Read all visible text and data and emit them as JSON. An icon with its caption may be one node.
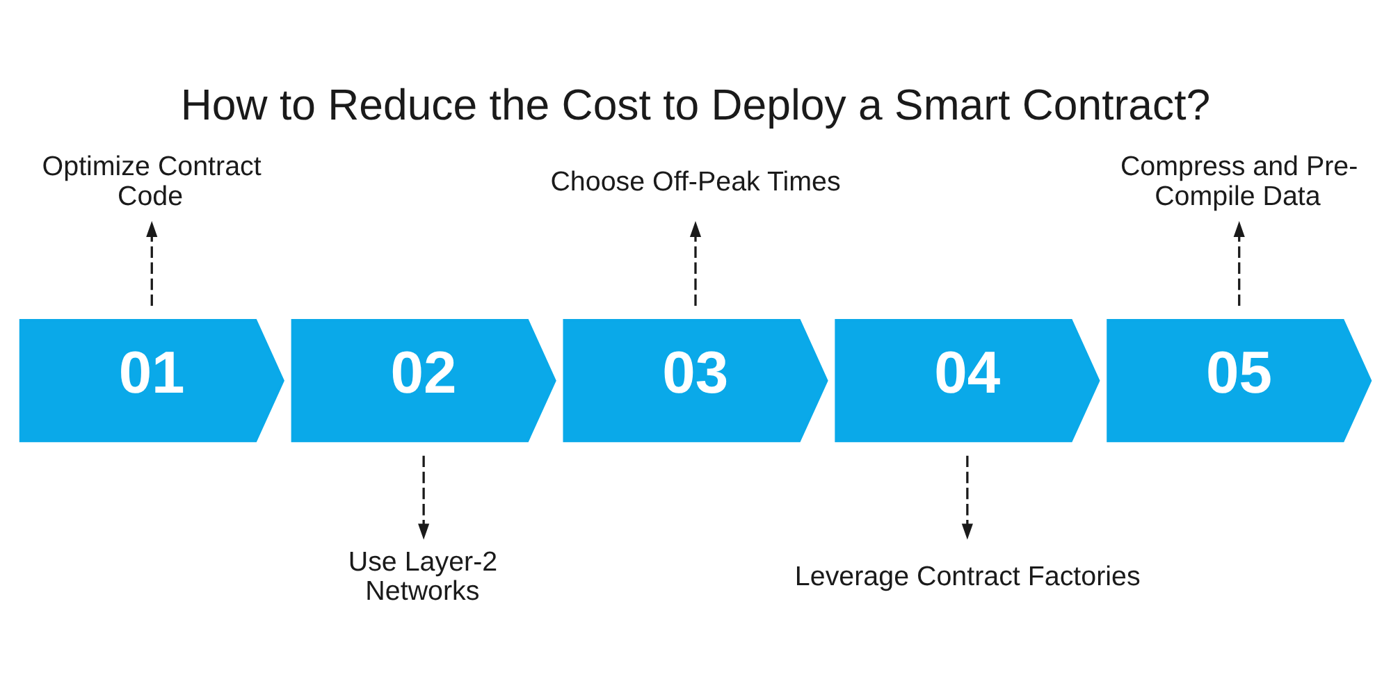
{
  "diagram": {
    "title": "How to Reduce the Cost to Deploy a Smart Contract?",
    "nodes": [
      {
        "text": [
          "Optimize Contract Code"
        ]
      },
      {
        "text": [
          "Choose Off-Peak Times"
        ]
      },
      {
        "text": [
          "Compress and Pre-Compile Data"
        ]
      },
      {
        "text": [
          "01"
        ]
      },
      {
        "text": [
          "02"
        ]
      },
      {
        "text": [
          "03"
        ]
      },
      {
        "text": [
          "04"
        ]
      },
      {
        "text": [
          "05"
        ]
      },
      {
        "text": [
          "Use Layer-2 Networks"
        ]
      },
      {
        "text": [
          "Leverage Contract Factories"
        ]
      }
    ],
    "edges": [
      {
        "from": 3,
        "to": 0,
        "arrow": "to",
        "style": "dashed"
      },
      {
        "from": 4,
        "to": 8,
        "arrow": "to",
        "style": "dashed"
      },
      {
        "from": 5,
        "to": 1,
        "arrow": "to",
        "style": "dashed"
      },
      {
        "from": 6,
        "to": 9,
        "arrow": "to",
        "style": "dashed"
      },
      {
        "from": 7,
        "to": 2,
        "arrow": "to",
        "style": "dashed"
      }
    ]
  }
}
